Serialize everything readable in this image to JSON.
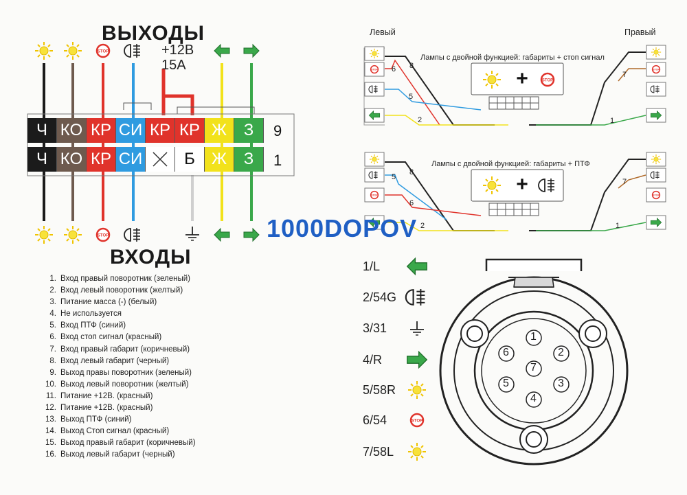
{
  "left_panel": {
    "outputs_title": "ВЫХОДЫ",
    "inputs_title": "ВХОДЫ",
    "power_label_line1": "+12В",
    "power_label_line2": "15А",
    "row_top_number": "9",
    "row_bottom_number": "1",
    "top_row": [
      {
        "label": "Ч",
        "color": "#1b1b1b"
      },
      {
        "label": "КО",
        "color": "#6e5a4e"
      },
      {
        "label": "КР",
        "color": "#e0332b"
      },
      {
        "label": "СИ",
        "color": "#2f9be0"
      },
      {
        "label": "КР",
        "color": "#e0332b"
      },
      {
        "label": "КР",
        "color": "#e0332b"
      },
      {
        "label": "Ж",
        "color": "#f2e21b"
      },
      {
        "label": "З",
        "color": "#3aa84a"
      }
    ],
    "bottom_row": [
      {
        "label": "Ч",
        "color": "#1b1b1b"
      },
      {
        "label": "КО",
        "color": "#6e5a4e"
      },
      {
        "label": "КР",
        "color": "#e0332b"
      },
      {
        "label": "СИ",
        "color": "#2f9be0"
      },
      {
        "label": "",
        "color": "#ffffff"
      },
      {
        "label": "Б",
        "color": "#ffffff"
      },
      {
        "label": "Ж",
        "color": "#f2e21b"
      },
      {
        "label": "З",
        "color": "#3aa84a"
      }
    ],
    "stop_text": "STOP",
    "legend": [
      "Вход правый поворотник (зеленый)",
      "Вход левый поворотник (желтый)",
      "Питание масса (-) (белый)",
      "Не используется",
      "Вход ПТФ (синий)",
      "Вход стоп сигнал (красный)",
      "Вход правый габарит (коричневый)",
      "Вход левый габарит (черный)",
      "Выход правы поворотник (зеленый)",
      "Выход левый поворотник (желтый)",
      "Питание +12В. (красный)",
      "Питание +12В. (красный)",
      "Выход ПТФ (синий)",
      "Выход Стоп сигнал (красный)",
      "Выход правый габарит (коричневый)",
      "Выход левый габарит (черный)"
    ],
    "legend_numbers": [
      "1.",
      "2.",
      "3.",
      "4.",
      "5.",
      "6.",
      "7.",
      "8.",
      "9.",
      "10.",
      "11.",
      "12.",
      "13.",
      "14.",
      "15.",
      "16."
    ]
  },
  "watermark": "1000DOPOV",
  "right_panel": {
    "left_label": "Левый",
    "right_label": "Правый",
    "diagram1_caption": "Лампы с двойной функцией: габариты + стоп сигнал",
    "diagram2_caption": "Лампы с двойной функцией: габариты + ПТФ",
    "d1_wires": {
      "w6": "6",
      "w8": "8",
      "w5": "5",
      "w2": "2",
      "w7": "7",
      "w1": "1"
    },
    "d2_wires": {
      "w8": "8",
      "w5": "5",
      "w6": "6",
      "w2": "2",
      "w7": "7",
      "w1": "1"
    },
    "pins": [
      "1/L",
      "2/54G",
      "3/31",
      "4/R",
      "5/58R",
      "6/54",
      "7/58L"
    ],
    "socket_pins": [
      "1",
      "2",
      "3",
      "4",
      "5",
      "6",
      "7"
    ]
  },
  "colors": {
    "black": "#1b1b1b",
    "brown": "#6e5a4e",
    "red": "#e0332b",
    "blue": "#2f9be0",
    "yellow": "#f2e21b",
    "green": "#3aa84a",
    "white": "#ffffff",
    "sun": "#f5d21b"
  }
}
